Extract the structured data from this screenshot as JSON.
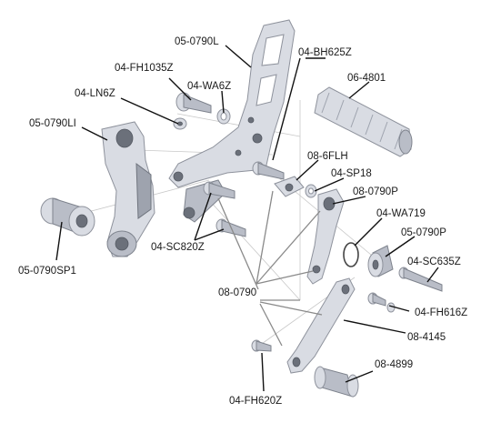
{
  "labels": {
    "l_05_0790L": "05-0790L",
    "l_04_BH625Z": "04-BH625Z",
    "l_04_FH1035Z": "04-FH1035Z",
    "l_06_4801": "06-4801",
    "l_04_LN6Z": "04-LN6Z",
    "l_04_WA6Z": "04-WA6Z",
    "l_05_0790LI": "05-0790LI",
    "l_08_6FLH": "08-6FLH",
    "l_04_SP18": "04-SP18",
    "l_08_0790P": "08-0790P",
    "l_04_WA719": "04-WA719",
    "l_05_0790P": "05-0790P",
    "l_04_SC820Z": "04-SC820Z",
    "l_04_SC635Z": "04-SC635Z",
    "l_05_0790SP1": "05-0790SP1",
    "l_08_0790": "08-0790",
    "l_04_FH616Z": "04-FH616Z",
    "l_08_4145": "08-4145",
    "l_08_4899": "08-4899",
    "l_04_FH620Z": "04-FH620Z"
  }
}
